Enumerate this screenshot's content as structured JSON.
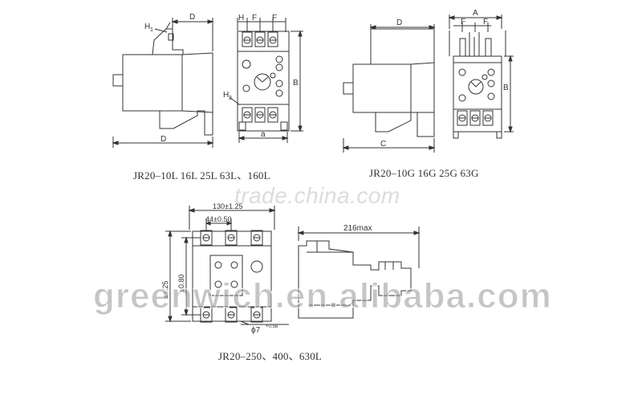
{
  "captions": {
    "top_left": "JR20–10L 16L 25L 63L、160L",
    "top_right": "JR20–10G 16G 25G 63G",
    "bottom": "JR20–250、400、630L"
  },
  "dimension_labels": {
    "h1": "H",
    "h1_sub": "1",
    "h2": "H",
    "h2_sub": "2",
    "d_top_side": "D",
    "d_bottom_side": "D",
    "h": "H",
    "f1": "F",
    "f2": "F",
    "b_left": "B",
    "a_left": "a",
    "d_right_side": "D",
    "c_right_side": "C",
    "a_right": "A",
    "f3": "F",
    "f4": "F",
    "b_right": "B",
    "top_width": "130±1.25",
    "pitch": "44±0.50",
    "height_outer": "±1.25",
    "height_inner": "±0.80",
    "width_max": "216max",
    "hole": "ϕ7",
    "hole_tol": "+0.58"
  },
  "watermarks": {
    "small": "trade.china.com",
    "big": "greenwich.en.alibaba.com"
  },
  "colors": {
    "line": "#333333",
    "watermark_light": "#dcdcdc",
    "watermark_dark": "#969696"
  }
}
